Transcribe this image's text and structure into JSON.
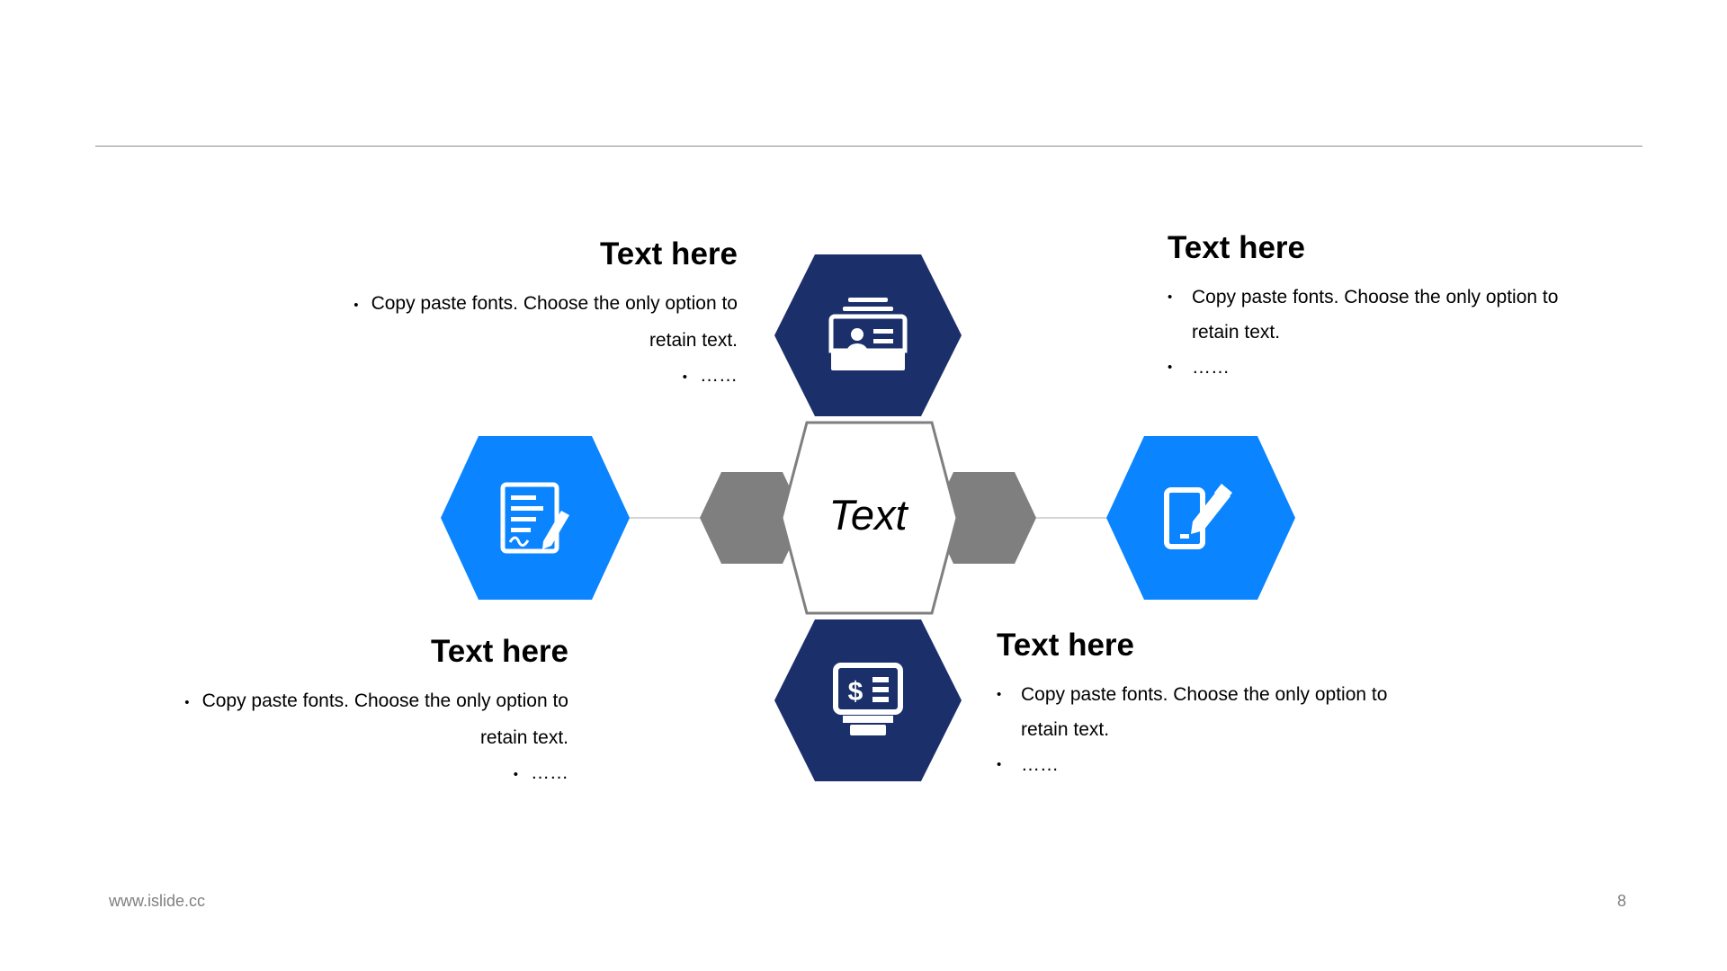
{
  "center": {
    "label": "Text"
  },
  "blocks": [
    {
      "title": "Text here",
      "bullets": [
        "Copy paste fonts. Choose the only option to",
        "retain text.",
        "……"
      ]
    },
    {
      "title": "Text here",
      "bullets": [
        "Copy paste fonts. Choose the only option to",
        "retain text.",
        "……"
      ]
    },
    {
      "title": "Text here",
      "bullets": [
        "Copy paste fonts. Choose the only option to",
        "retain text.",
        "……"
      ]
    },
    {
      "title": "Text here",
      "bullets": [
        "Copy paste fonts. Choose the only option to",
        "retain text.",
        "……"
      ]
    }
  ],
  "bullet_glyph": "•",
  "footer": {
    "url": "www.islide.cc",
    "page_number": "8"
  },
  "colors": {
    "dark_blue": "#1b2f6b",
    "bright_blue": "#0a84ff",
    "gray": "#7f7f7f",
    "rule": "#8c8c8c"
  },
  "icons": [
    "id-card-icon",
    "contract-sign-icon",
    "tablet-pen-icon",
    "payment-terminal-icon"
  ]
}
